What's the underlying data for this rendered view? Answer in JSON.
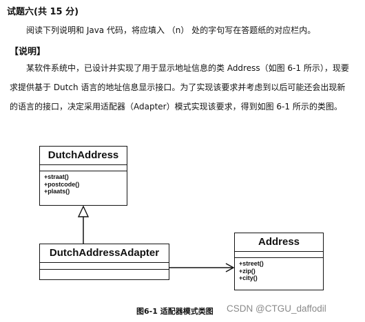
{
  "question": {
    "title": "试题六(共 15 分)",
    "instruction": "阅读下列说明和 Java 代码，将应填入 （n） 处的字句写在答题纸的对应栏内。"
  },
  "description": {
    "heading": "【说明】",
    "line1": "某软件系统中，已设计并实现了用于显示地址信息的类 Address（如图 6-1 所示），现要",
    "line2": "求提供基于 Dutch 语言的地址信息显示接口。为了实现该要求并考虑到以后可能还会出现新",
    "line3": "的语言的接口，决定采用适配器（Adapter）模式实现该要求，得到如图 6-1 所示的类图。"
  },
  "diagram": {
    "classes": {
      "dutch_address": {
        "name": "DutchAddress",
        "operations": [
          "+straat()",
          "+postcode()",
          "+plaats()"
        ]
      },
      "dutch_address_adapter": {
        "name": "DutchAddressAdapter",
        "operations": []
      },
      "address": {
        "name": "Address",
        "operations": [
          "+street()",
          "+zip()",
          "+city()"
        ]
      }
    },
    "relations": [
      {
        "from": "DutchAddressAdapter",
        "to": "DutchAddress",
        "type": "generalization"
      },
      {
        "from": "DutchAddressAdapter",
        "to": "Address",
        "type": "association"
      }
    ],
    "caption": "图6-1  适配器模式类图"
  },
  "watermark": "CSDN @CTGU_daffodil"
}
